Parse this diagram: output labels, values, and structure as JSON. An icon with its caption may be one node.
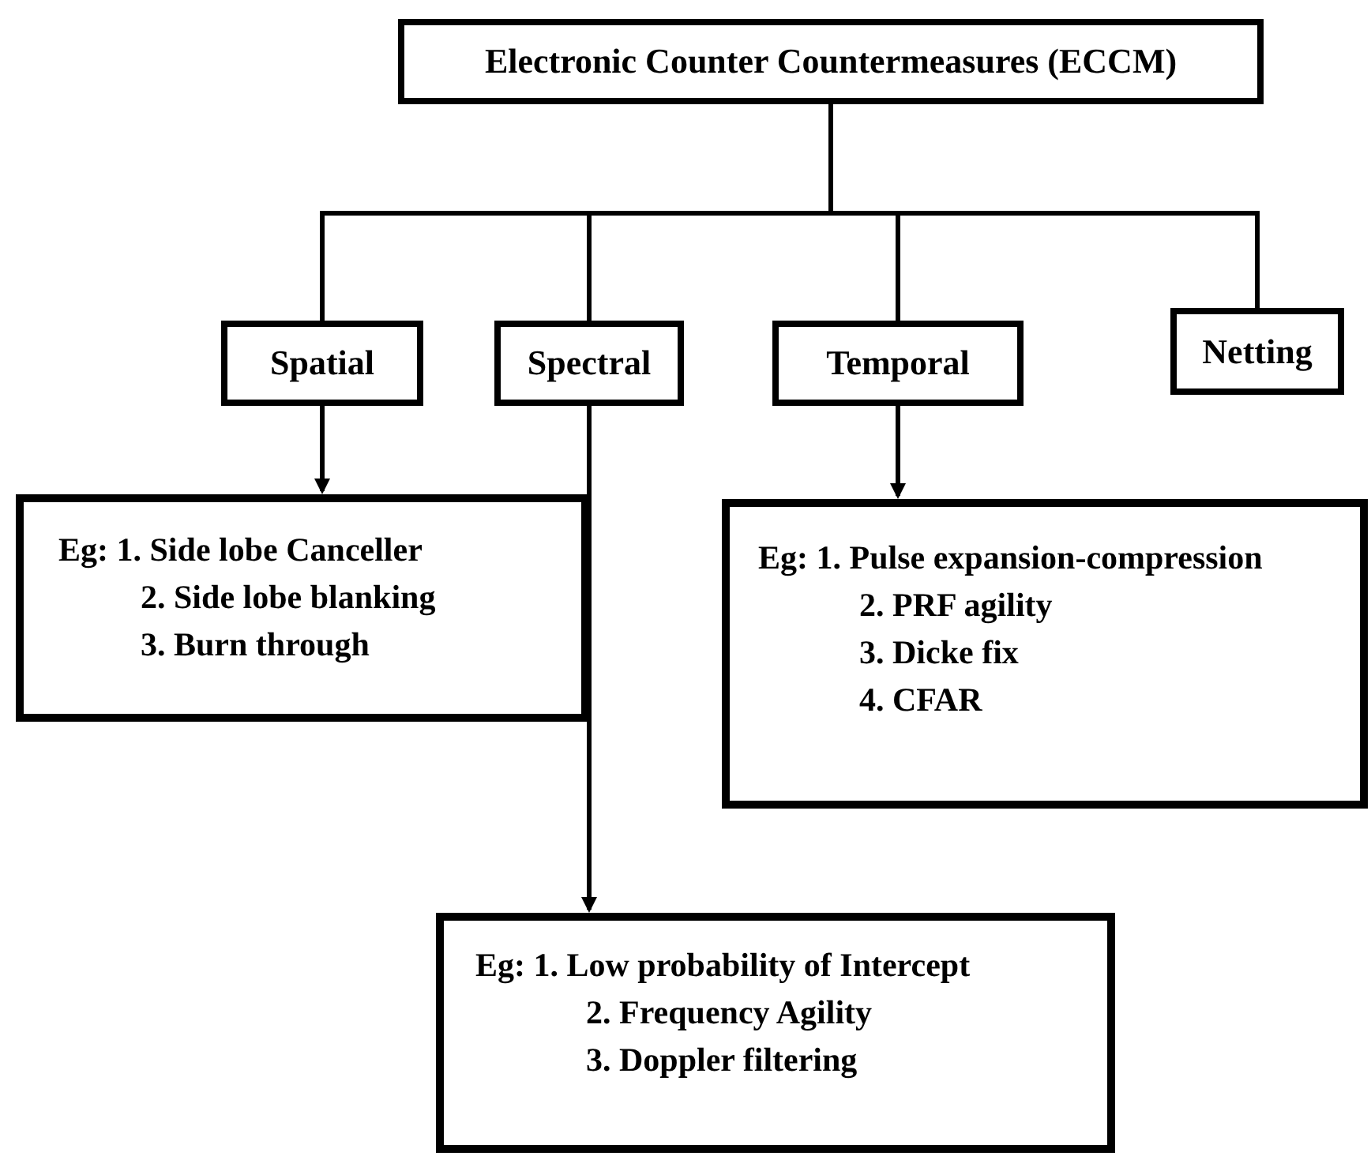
{
  "diagram": {
    "nodes": [
      {
        "text": [
          "Electronic Counter Countermeasures (ECCM)"
        ]
      },
      {
        "text": [
          "Spatial"
        ]
      },
      {
        "text": [
          "Spectral"
        ]
      },
      {
        "text": [
          "Temporal"
        ]
      },
      {
        "text": [
          "Netting"
        ]
      },
      {
        "text": [
          "Eg: 1. Side lobe Canceller",
          "2. Side lobe blanking",
          "3. Burn through"
        ]
      },
      {
        "text": [
          "Eg: 1. Pulse expansion-compression",
          "2. PRF agility",
          "3. Dicke fix",
          "4. CFAR"
        ]
      },
      {
        "text": [
          "Eg: 1. Low probability of Intercept",
          "2. Frequency Agility",
          "3. Doppler filtering"
        ]
      }
    ],
    "edges": [
      {
        "from": 0,
        "to": 1,
        "arrow": "none"
      },
      {
        "from": 0,
        "to": 2,
        "arrow": "none"
      },
      {
        "from": 0,
        "to": 3,
        "arrow": "none"
      },
      {
        "from": 0,
        "to": 4,
        "arrow": "none"
      },
      {
        "from": 1,
        "to": 5,
        "arrow": "to"
      },
      {
        "from": 3,
        "to": 6,
        "arrow": "to"
      },
      {
        "from": 2,
        "to": 7,
        "arrow": "to"
      }
    ]
  }
}
